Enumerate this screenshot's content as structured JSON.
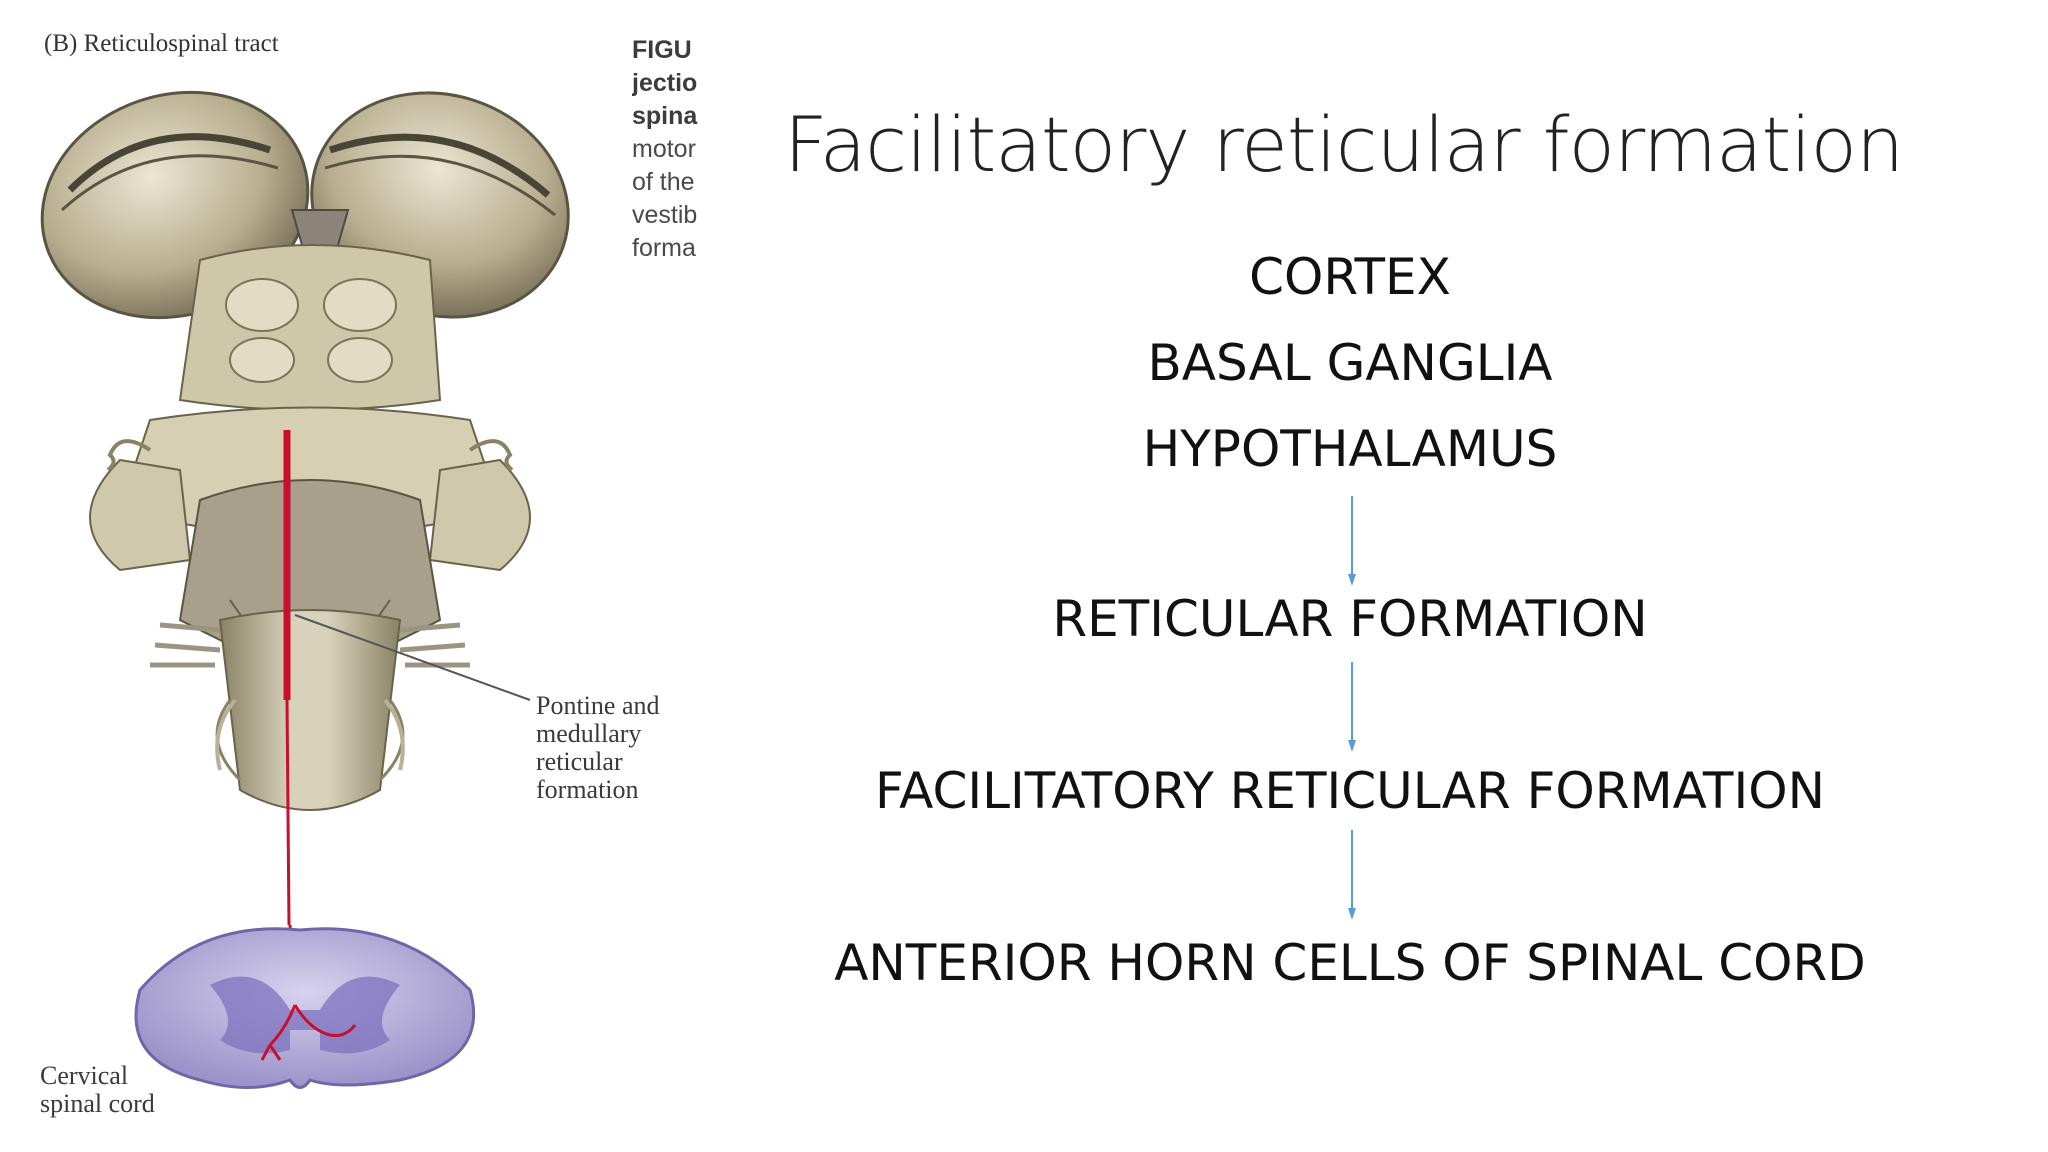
{
  "figure": {
    "panel_label": "(B) Reticulospinal tract",
    "side_caption_bold": [
      "FIGU",
      "jectio",
      "spina"
    ],
    "side_caption_regular": [
      "motor",
      "of the",
      "vestib",
      "forma"
    ],
    "label_reticular": "Pontine and\nmedullary\nreticular\nformation",
    "label_cord": "Cervical\nspinal cord"
  },
  "slide": {
    "title": "Facilitatory reticular formation",
    "flow": {
      "top_items": [
        "CORTEX",
        "BASAL GANGLIA",
        "HYPOTHALAMUS"
      ],
      "step2": "RETICULAR FORMATION",
      "step3": "FACILITATORY RETICULAR FORMATION",
      "step4": "ANTERIOR HORN CELLS OF SPINAL CORD"
    },
    "arrow_color": "#5b9bd5"
  }
}
